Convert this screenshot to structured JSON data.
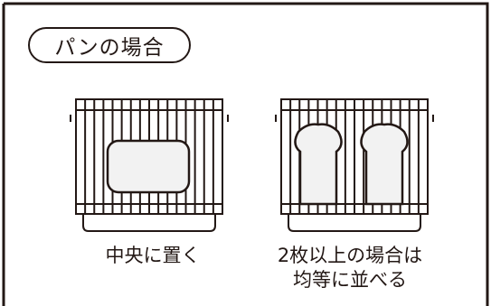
{
  "header": {
    "label": "パンの場合"
  },
  "left_panel": {
    "caption": "中央に置く"
  },
  "right_panel": {
    "caption_line1": "2枚以上の場合は",
    "caption_line2": "均等に並べる"
  },
  "colors": {
    "line": "#231815",
    "bread_fill": "#f2f2f2"
  }
}
